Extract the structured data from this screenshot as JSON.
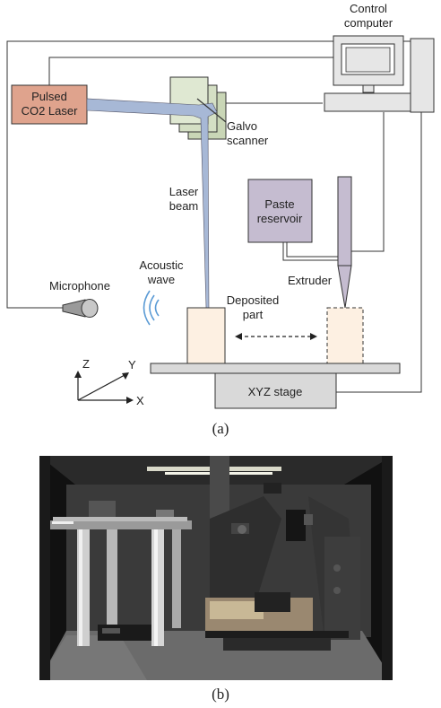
{
  "diagram": {
    "labels": {
      "control_computer_1": "Control",
      "control_computer_2": "computer",
      "laser_1": "Pulsed",
      "laser_2": "CO2 Laser",
      "galvo_1": "Galvo",
      "galvo_2": "scanner",
      "beam_1": "Laser",
      "beam_2": "beam",
      "reservoir_1": "Paste",
      "reservoir_2": "reservoir",
      "extruder": "Extruder",
      "acoustic_1": "Acoustic",
      "acoustic_2": "wave",
      "microphone": "Microphone",
      "deposited_1": "Deposited",
      "deposited_2": "part",
      "stage": "XYZ stage",
      "axis_x": "X",
      "axis_y": "Y",
      "axis_z": "Z"
    },
    "colors": {
      "laser_box": "#dfa38d",
      "reservoir": "#c5bcd0",
      "galvo": "#d4dfc4",
      "beam": "#a7b8d6",
      "part": "#fdf0e2",
      "stage": "#d9d9d9",
      "computer": "#e6e6e6",
      "acoustic": "#5b9bd5"
    }
  },
  "captions": {
    "a": "(a)",
    "b": "(b)"
  }
}
